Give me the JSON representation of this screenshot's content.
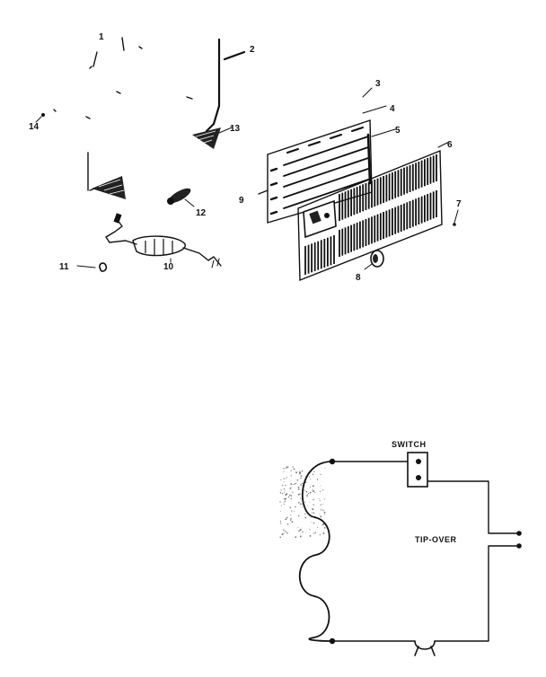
{
  "part_labels": [
    "1",
    "2",
    "3",
    "4",
    "5",
    "6",
    "7",
    "8",
    "9",
    "10",
    "11",
    "12",
    "13",
    "14"
  ],
  "wiring": {
    "switch_label": "SWITCH",
    "tipover_label": "TIP-OVER"
  },
  "colors": {
    "ink": "#111111",
    "paper": "#ffffff"
  }
}
